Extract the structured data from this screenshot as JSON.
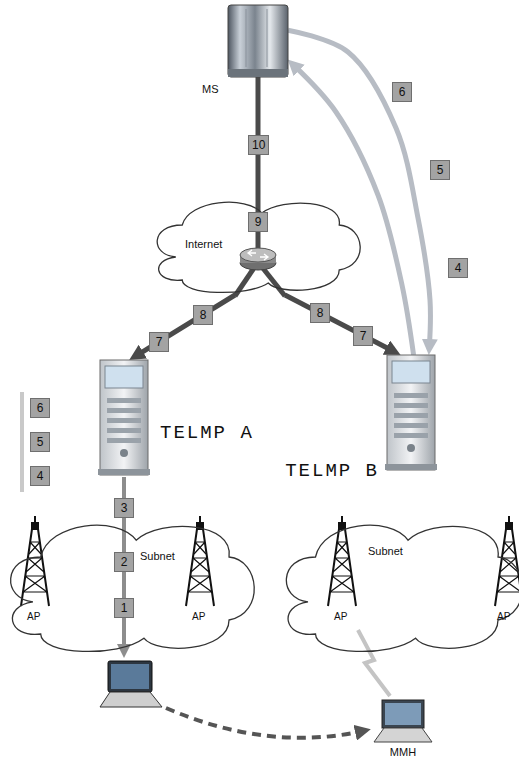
{
  "diagram": {
    "nodes": [
      {
        "text": [
          "MS"
        ]
      },
      {
        "text": [
          "Internet"
        ]
      },
      {
        "text": [
          "TELMP A"
        ]
      },
      {
        "text": [
          "TELMP B"
        ]
      },
      {
        "text": [
          "Subnet"
        ]
      },
      {
        "text": [
          "Subnet"
        ]
      },
      {
        "text": [
          "MMH"
        ]
      }
    ],
    "edges": [
      {
        "from": 0,
        "to": 1,
        "arrow": "none"
      },
      {
        "from": 1,
        "to": 2,
        "arrow": "to"
      },
      {
        "from": 1,
        "to": 3,
        "arrow": "to"
      },
      {
        "from": 3,
        "to": 0,
        "arrow": "to"
      },
      {
        "from": 0,
        "to": 3,
        "arrow": "to"
      }
    ],
    "labels": [
      "6",
      "10",
      "5",
      "9",
      "4",
      "8",
      "8",
      "7",
      "7",
      "6",
      "5",
      "4",
      "3",
      "2",
      "1",
      "AP",
      "AP",
      "AP",
      "AP"
    ]
  }
}
